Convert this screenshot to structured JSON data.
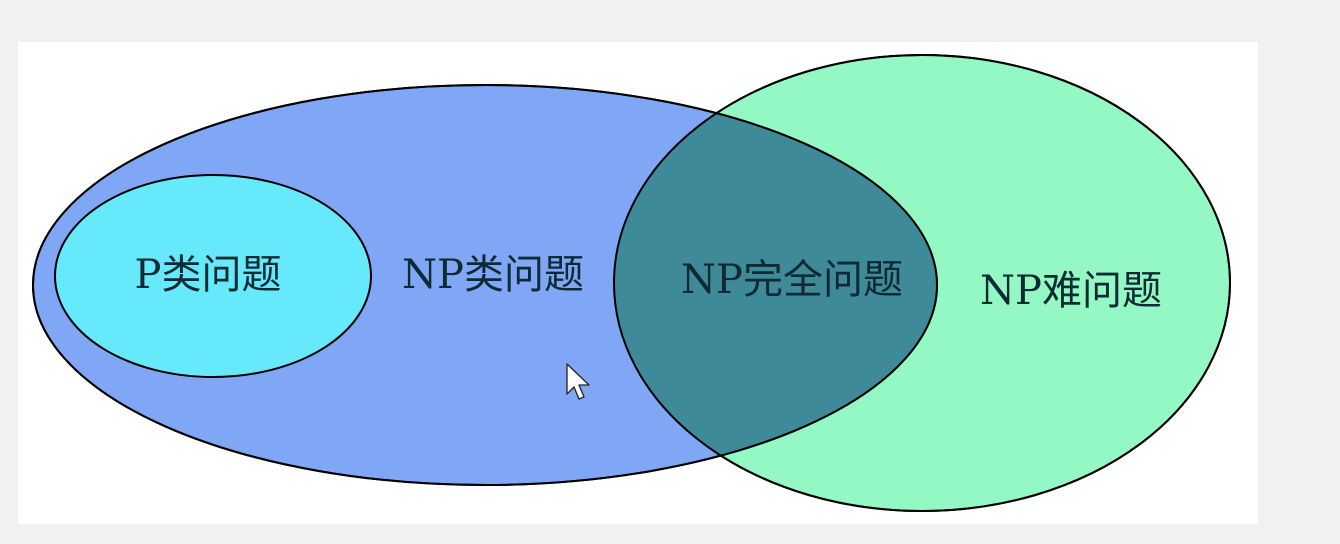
{
  "diagram": {
    "regions": {
      "np": {
        "label": "NP类问题",
        "fill": "#7fa7f6"
      },
      "p": {
        "label": "P类问题",
        "fill": "#66e9fa"
      },
      "np_hard": {
        "label": "NP难问题",
        "fill": "#93f8c4"
      },
      "np_complete": {
        "label": "NP完全问题",
        "fill": "#3f8a98"
      }
    },
    "outline_color": "#000000"
  },
  "cursor": {
    "icon": "arrow-cursor-icon"
  }
}
